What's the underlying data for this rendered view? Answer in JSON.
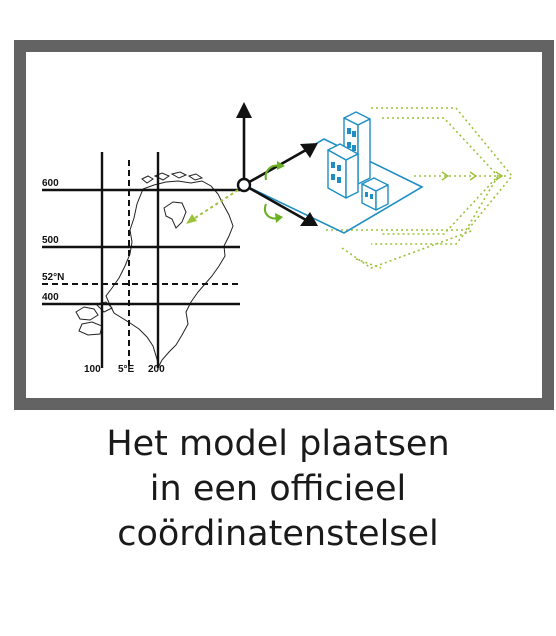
{
  "diagram": {
    "grid_labels": {
      "y_600": "600",
      "y_500": "500",
      "lat": "52°N",
      "y_400": "400",
      "x_100": "100",
      "lon": "5°E",
      "x_200": "200"
    },
    "colors": {
      "frame": "#636363",
      "building": "#1e8fc4",
      "arrow": "#111111",
      "rotation": "#6ab023",
      "dotted": "#9cc23a"
    }
  },
  "caption": {
    "line1": "Het model plaatsen",
    "line2": "in een officieel",
    "line3": "coördinatenstelsel"
  }
}
